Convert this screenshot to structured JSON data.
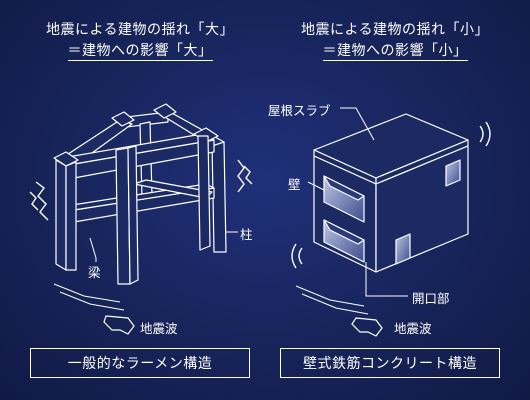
{
  "left": {
    "title_line1": "地震による建物の揺れ「大」",
    "title_line2": "＝建物への影響「大」",
    "label_column": "柱",
    "label_beam": "梁",
    "label_quake": "地震波",
    "caption": "一般的なラーメン構造"
  },
  "right": {
    "title_line1": "地震による建物の揺れ「小」",
    "title_line2": "＝建物への影響「小」",
    "label_roof": "屋根スラブ",
    "label_wall": "壁",
    "label_opening": "開口部",
    "label_quake": "地震波",
    "caption": "壁式鉄筋コンクリート構造"
  },
  "colors": {
    "background": "#17245a",
    "line": "#ffffff",
    "fill_dark": "#1c2a63"
  }
}
